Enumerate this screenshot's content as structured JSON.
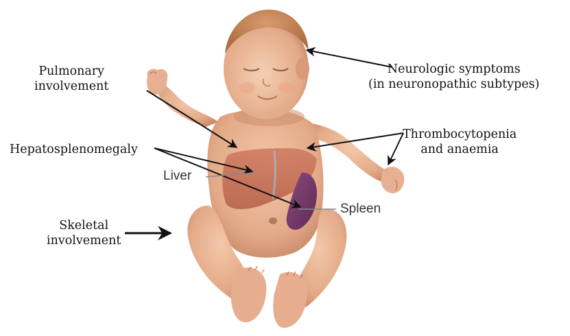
{
  "labels": {
    "pulmonary": [
      "Pulmonary",
      "involvement"
    ],
    "neurologic": [
      "Neurologic symptoms",
      "(in neuronopathic subtypes)"
    ],
    "thrombo": [
      "Thrombocytopenia",
      "and anaemia"
    ],
    "hepato": "Hepatosplenomegaly",
    "skeletal": [
      "Skeletal",
      "involvement"
    ]
  },
  "organ_labels": {
    "liver": "Liver",
    "spleen": "Spleen"
  },
  "colors": {
    "skin": "#e9b596",
    "skin_shadow": "#c98a6a",
    "liver": "#c9745c",
    "spleen": "#7a3b6c",
    "arrow": "#111111"
  }
}
